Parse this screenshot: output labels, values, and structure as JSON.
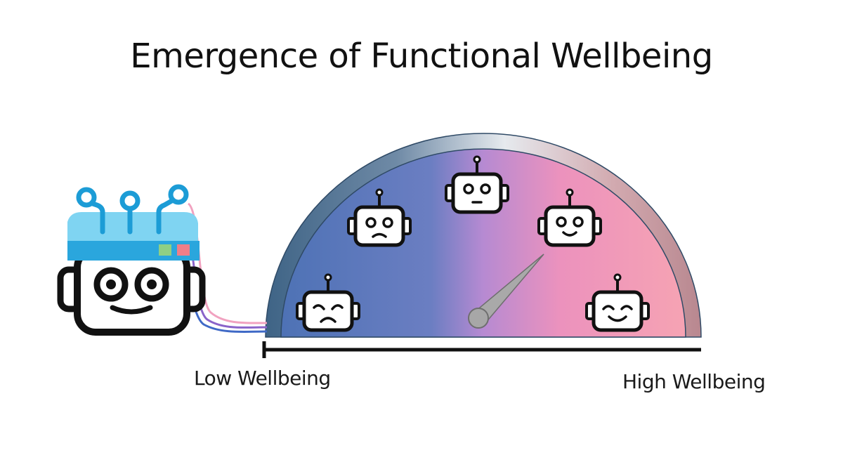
{
  "title": "Emergence of Functional Wellbeing",
  "scale": {
    "low_label": "Low Wellbeing",
    "high_label": "High Wellbeing",
    "needle_level": 0.78
  },
  "icons": {
    "main_robot": "robot-with-brain-cap-icon",
    "faces": [
      "sad-robot-icon",
      "worried-robot-icon",
      "neutral-robot-icon",
      "smiling-robot-icon",
      "happy-robot-icon"
    ]
  },
  "colors": {
    "gauge_blue": "#4a72b8",
    "gauge_purple": "#b88ad0",
    "gauge_pink": "#f29ab4",
    "rim_dark": "#3f6486",
    "rim_light": "#e6eaee",
    "rim_pink": "#c98d97",
    "cap_blue": "#7fd4f2",
    "cap_band": "#2aa6dd",
    "wire_pink": "#f1a2c0",
    "wire_purple": "#8a63c9",
    "wire_blue": "#3f69c6",
    "led_green": "#8fcf84",
    "led_red": "#ef7e88"
  }
}
